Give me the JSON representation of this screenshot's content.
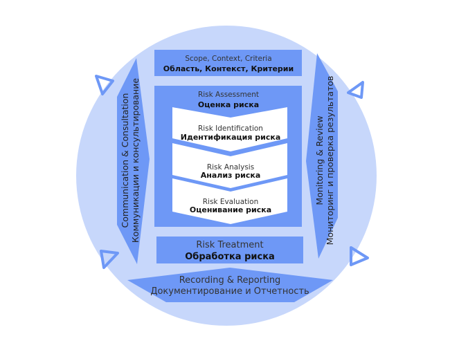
{
  "colors": {
    "circle": "#c7d7fb",
    "box": "#6e98f6",
    "chevron": "#ffffff",
    "text": "#222222"
  },
  "scope": {
    "en": "Scope, Context, Criteria",
    "ru": "Область, Контекст, Критерии"
  },
  "assessment": {
    "en": "Risk Assessment",
    "ru": "Оценка риска"
  },
  "identification": {
    "en": "Risk Identification",
    "ru": "Идентификация риска"
  },
  "analysis": {
    "en": "Risk Analysis",
    "ru": "Анализ риска"
  },
  "evaluation": {
    "en": "Risk Evaluation",
    "ru": "Оценивание риска"
  },
  "treatment": {
    "en": "Risk Treatment",
    "ru": "Обработка риска"
  },
  "recording": {
    "en": "Recording & Reporting",
    "ru": "Документирование и Отчетность"
  },
  "communication": {
    "en": "Communication & Consultation",
    "ru": "Коммуникации и консультирование"
  },
  "monitoring": {
    "en": "Monitoring & Review",
    "ru": "Мониторинг и проверка результатов"
  },
  "icons": {
    "cycle_arrows": "triangle-outline-icon"
  }
}
